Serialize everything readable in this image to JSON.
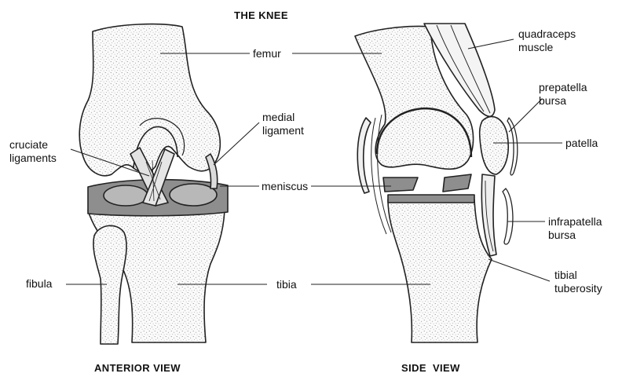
{
  "title": "THE KNEE",
  "views": {
    "anterior": "ANTERIOR VIEW",
    "side": "SIDE  VIEW"
  },
  "anterior_labels": {
    "femur": "femur",
    "medial_ligament": "medial\nligament",
    "cruciate_ligaments": "cruciate\nligaments",
    "meniscus": "meniscus",
    "fibula": "fibula",
    "tibia": "tibia"
  },
  "side_labels": {
    "quadraceps_muscle": "quadraceps\nmuscle",
    "prepatella_bursa": "prepatella\nbursa",
    "patella": "patella",
    "infrapatella_bursa": "infrapatella\nbursa",
    "tibial_tuberosity": "tibial\ntuberosity"
  }
}
